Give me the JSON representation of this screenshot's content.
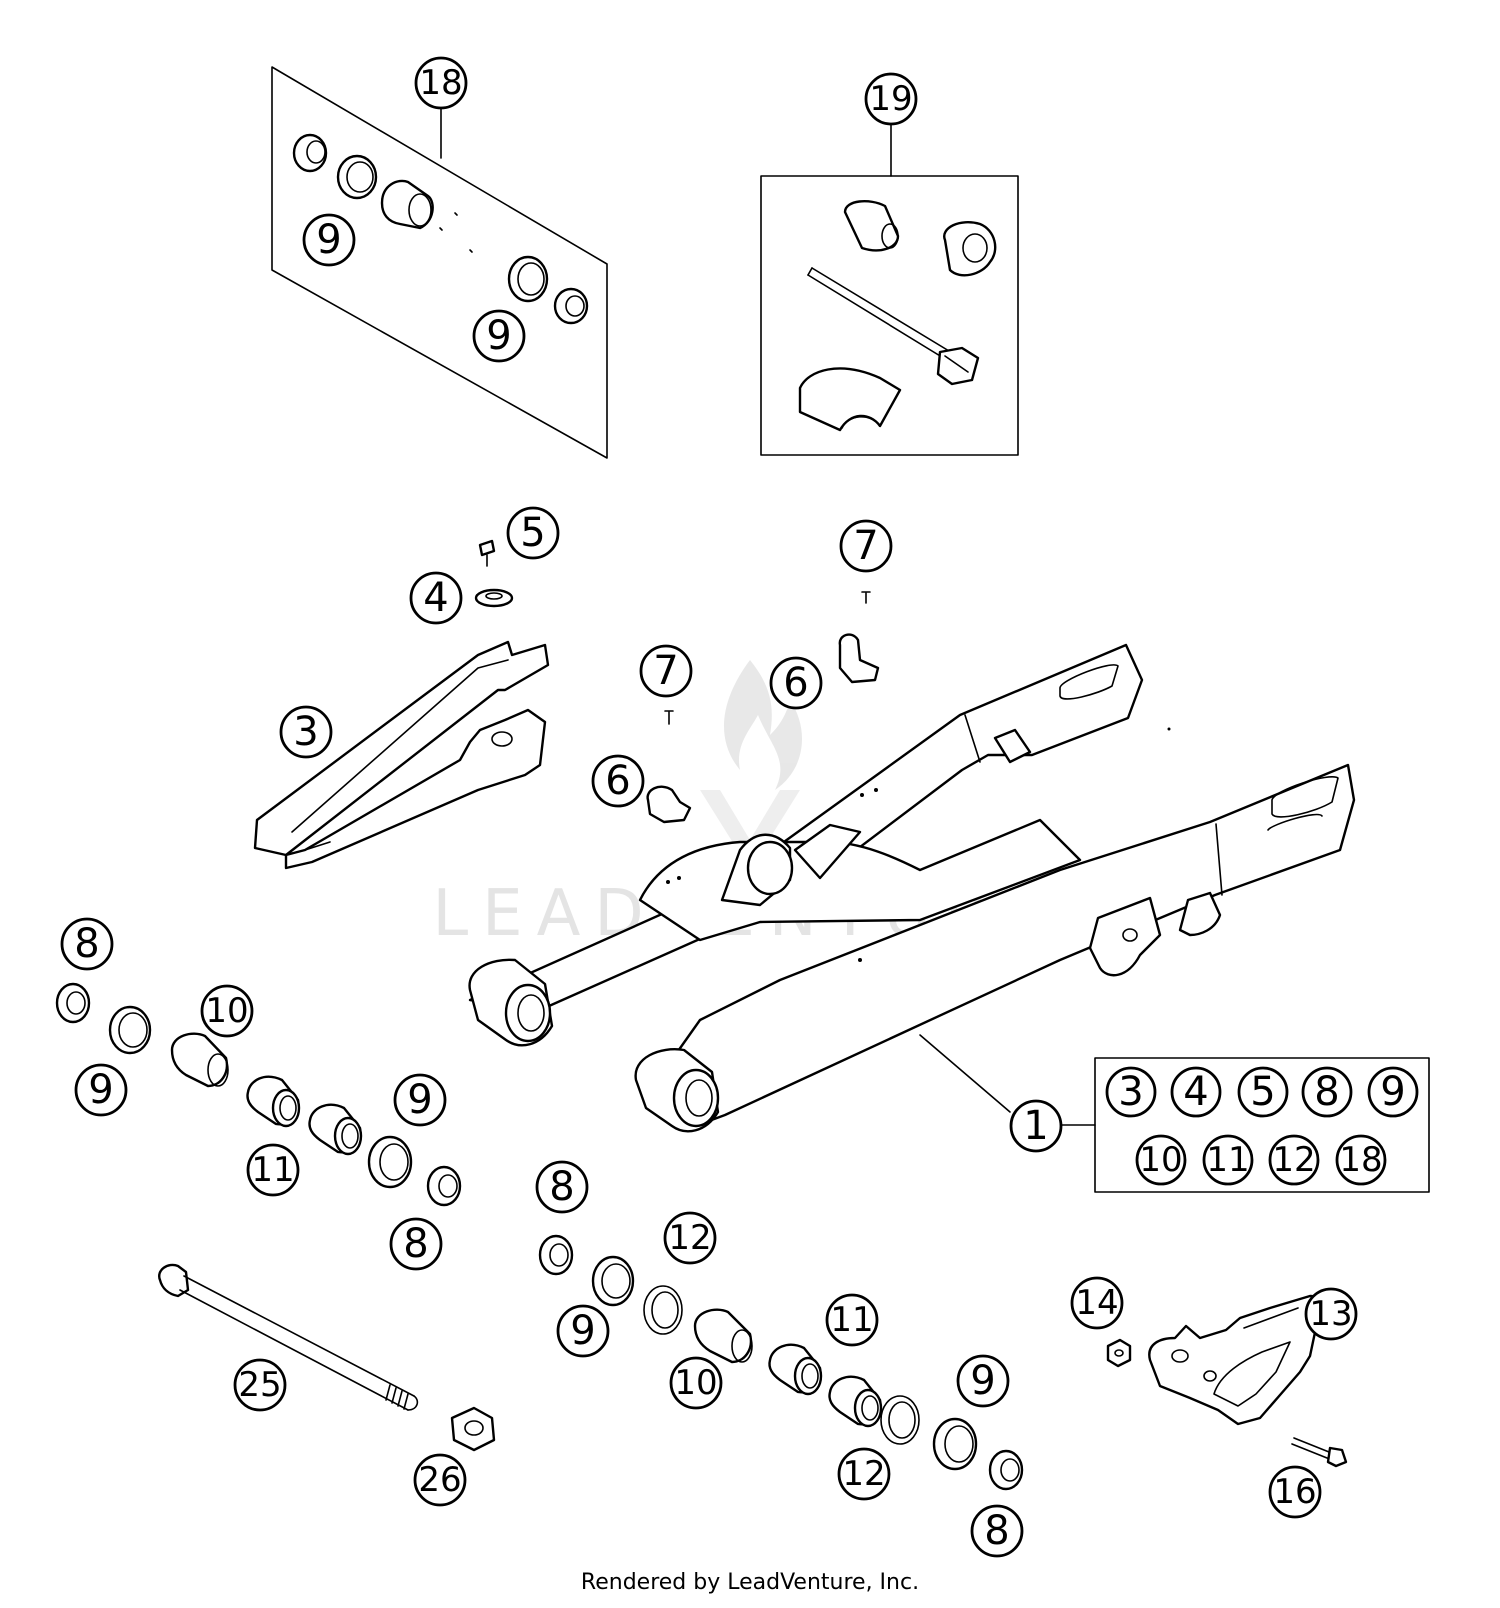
{
  "watermark": {
    "text": "LEADVENTURE"
  },
  "footer": {
    "text": "Rendered by LeadVenture, Inc."
  },
  "callouts": {
    "c18_box": "18",
    "c19_box": "19",
    "c9_a": "9",
    "c9_b": "9",
    "c5": "5",
    "c4": "4",
    "c7_a": "7",
    "c7_b": "7",
    "c6_a": "6",
    "c6_b": "6",
    "c3": "3",
    "c8_a": "8",
    "c9_c": "9",
    "c10_a": "10",
    "c11_a": "11",
    "c9_d": "9",
    "c8_b": "8",
    "c1": "1",
    "c8_c": "8",
    "c12_a": "12",
    "c9_e": "9",
    "c10_b": "10",
    "c11_b": "11",
    "c9_f": "9",
    "c12_b": "12",
    "c8_d": "8",
    "c25": "25",
    "c26": "26",
    "c14": "14",
    "c13": "13",
    "c16": "16"
  },
  "kit_box": {
    "row1": [
      "3",
      "4",
      "5",
      "8",
      "9"
    ],
    "row2": [
      "10",
      "11",
      "12",
      "18"
    ]
  }
}
